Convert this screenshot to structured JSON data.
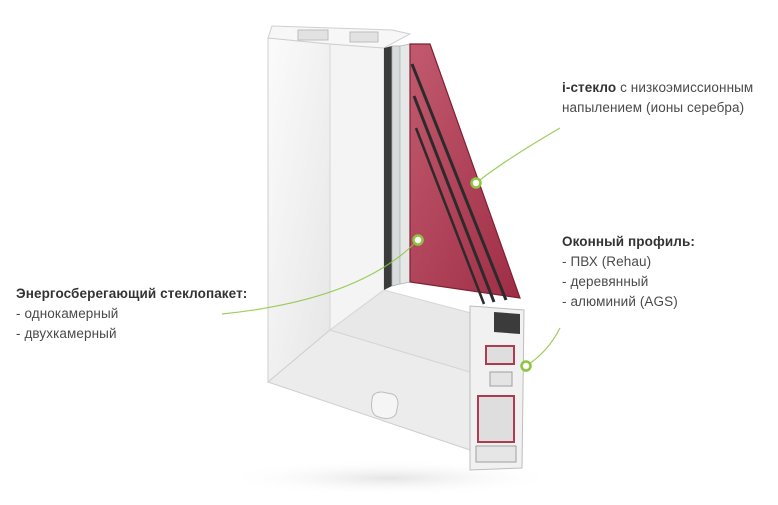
{
  "colors": {
    "accent_green": "#8cc63f",
    "glass_tint": "#b03a52",
    "frame_white": "#f2f2f2",
    "text": "#4a4a4a"
  },
  "callouts": {
    "glass": {
      "head": "i-стекло",
      "text_1": "с низкоэмиссионным",
      "text_2": "напылением (ионы серебра)"
    },
    "profile": {
      "head": "Оконный профиль:",
      "items": [
        "- ПВХ (Rehau)",
        "- деревянный",
        "- алюминий (AGS)"
      ]
    },
    "unit": {
      "head": "Энергосберегающий стеклопакет:",
      "items": [
        "- однокамерный",
        "- двухкамерный"
      ]
    }
  }
}
